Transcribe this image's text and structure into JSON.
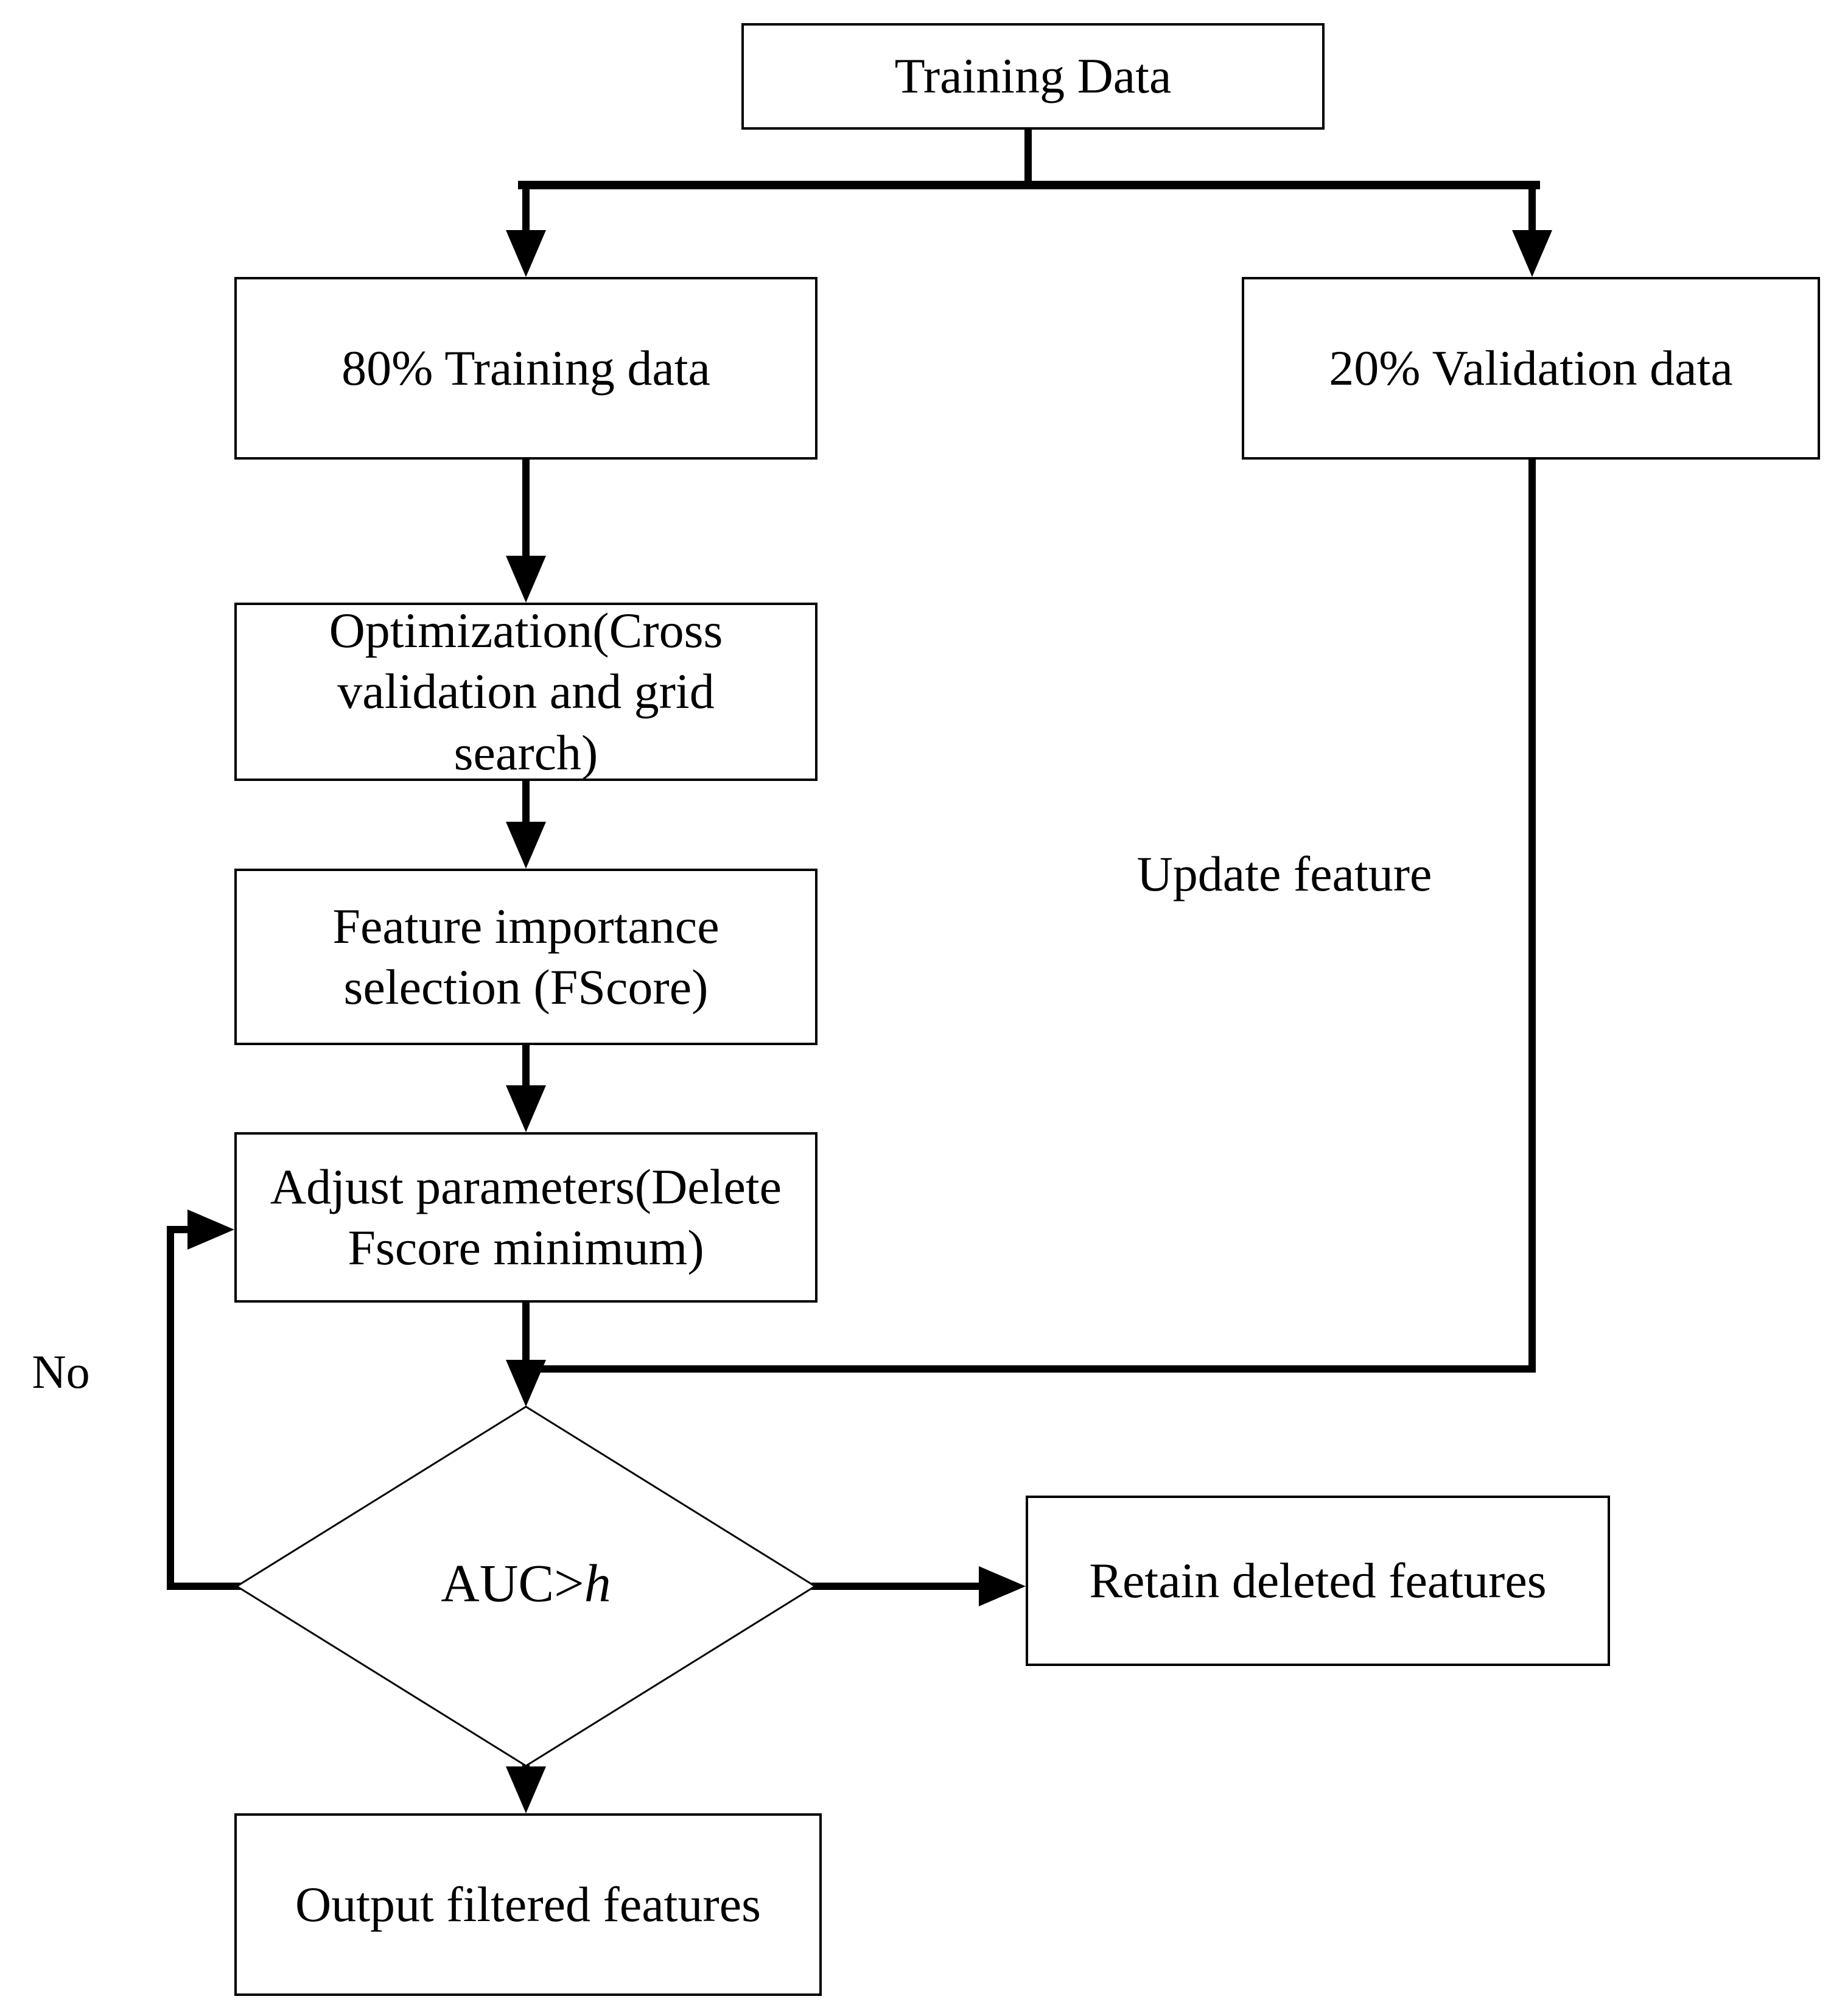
{
  "figure": {
    "background": "#ffffff",
    "line_color": "#000000",
    "box_fill": "#ffffff",
    "nodes": {
      "training_data": {
        "label": "Training Data"
      },
      "training_80": {
        "label": "80% Training data"
      },
      "validation_20": {
        "label": "20% Validation data"
      },
      "optimization": {
        "label": "Optimization(Cross\nvalidation and grid\nsearch)"
      },
      "feature_importance": {
        "label": "Feature importance\nselection (FScore)"
      },
      "adjust_parameters": {
        "label": "Adjust parameters(Delete\nFscore minimum)"
      },
      "decision": {
        "prefix": "AUC>",
        "variable": "h"
      },
      "retain_deleted": {
        "label": "Retain deleted features"
      },
      "output_filtered": {
        "label": "Output filtered features"
      }
    },
    "edge_labels": {
      "update_feature": "Update feature",
      "no": "No"
    }
  }
}
